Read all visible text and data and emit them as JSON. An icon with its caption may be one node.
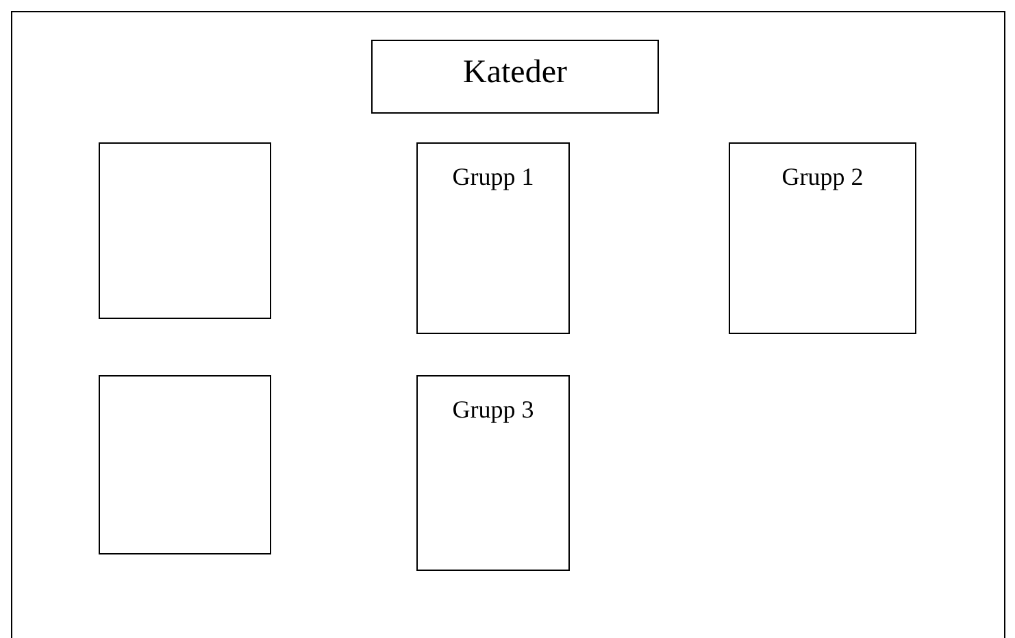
{
  "diagram": {
    "nodes": [
      {
        "text": [],
        "shape": "box"
      },
      {
        "text": [
          "Kateder"
        ],
        "in": 0
      },
      {
        "text": [],
        "shape": "box",
        "in": 0
      },
      {
        "text": [
          "Grupp 1"
        ],
        "in": 0
      },
      {
        "text": [
          "Grupp 2"
        ],
        "in": 0
      },
      {
        "text": [],
        "shape": "box",
        "in": 0
      },
      {
        "text": [
          "Grupp 3"
        ],
        "in": 0
      }
    ],
    "edges": []
  }
}
